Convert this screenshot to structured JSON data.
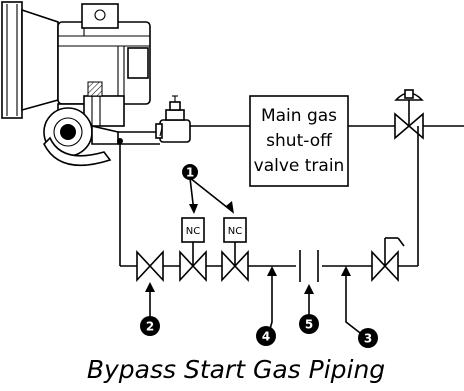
{
  "main_valve_train": {
    "line1": "Main gas",
    "line2": "shut-off",
    "line3": "valve train"
  },
  "solenoids": [
    {
      "label": "NC"
    },
    {
      "label": "NC"
    }
  ],
  "callouts": [
    {
      "number": "1"
    },
    {
      "number": "2"
    },
    {
      "number": "3"
    },
    {
      "number": "4"
    },
    {
      "number": "5"
    }
  ],
  "caption": "Bypass Start Gas Piping"
}
